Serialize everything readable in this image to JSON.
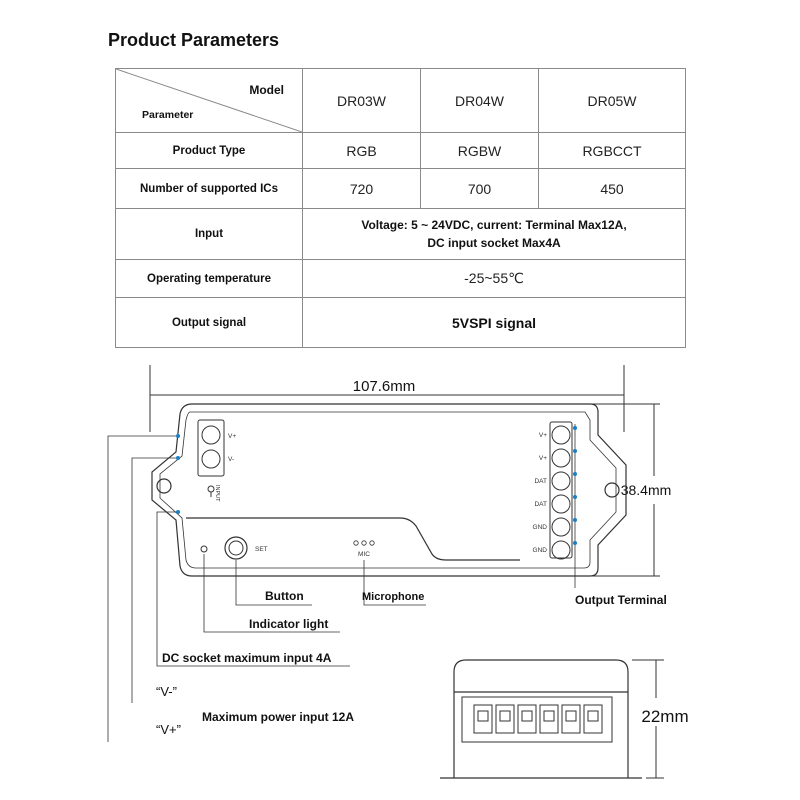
{
  "title": "Product Parameters",
  "table": {
    "header": {
      "model": "Model",
      "parameter": "Parameter",
      "models": [
        "DR03W",
        "DR04W",
        "DR05W"
      ]
    },
    "product_type": {
      "label": "Product Type",
      "values": [
        "RGB",
        "RGBW",
        "RGBCCT"
      ]
    },
    "supported_ics": {
      "label": "Number of supported ICs",
      "values": [
        "720",
        "700",
        "450"
      ]
    },
    "input": {
      "label": "Input",
      "line1": "Voltage: 5 ~ 24VDC, current: Terminal Max12A,",
      "line2": "DC input socket Max4A"
    },
    "operating_temperature": {
      "label": "Operating temperature",
      "value": "-25~55℃"
    },
    "output_signal": {
      "label": "Output signal",
      "value": "5VSPI signal"
    }
  },
  "dimensions": {
    "length": "107.6mm",
    "width": "38.4mm",
    "height": "22mm"
  },
  "device": {
    "power_terminals": [
      "V+",
      "V-"
    ],
    "input_label": "INPUT",
    "output_terminals": [
      "V+",
      "V+",
      "DAT",
      "DAT",
      "GND",
      "GND"
    ],
    "set_label": "SET",
    "mic_label": "MIC"
  },
  "callouts": {
    "button": "Button",
    "microphone": "Microphone",
    "output_terminal": "Output Terminal",
    "indicator_light": "Indicator light",
    "dc_socket": "DC socket maximum input 4A",
    "v_minus": "“V-”",
    "v_plus": "“V+”",
    "max_power": "Maximum power input 12A"
  },
  "colors": {
    "callout_line": "#1b7fc4",
    "outline": "#333333",
    "table_border": "#8a8a8a"
  }
}
